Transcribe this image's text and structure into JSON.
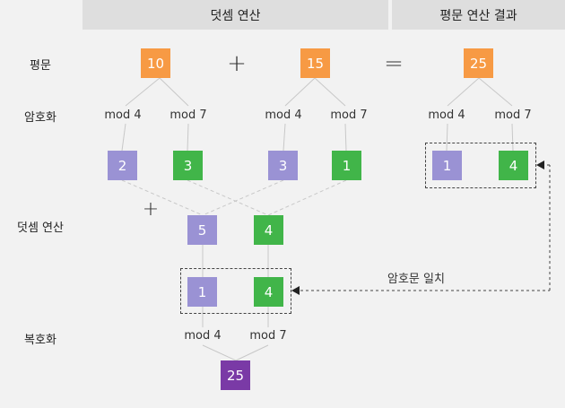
{
  "headers": {
    "add_op": "덧셈 연산",
    "plain_result": "평문 연산 결과"
  },
  "row_labels": {
    "plaintext": "평문",
    "encrypt": "암호화",
    "add_op": "덧셈 연산",
    "decrypt": "복호화"
  },
  "operators": {
    "plus": "+",
    "equals": "="
  },
  "plaintext": {
    "a": "10",
    "b": "15",
    "result": "25"
  },
  "moduli": {
    "m1": "mod 4",
    "m2": "mod 7"
  },
  "residues": {
    "a_mod4": "2",
    "a_mod7": "3",
    "b_mod4": "3",
    "b_mod7": "1",
    "result_mod4": "1",
    "result_mod7": "4"
  },
  "sums": {
    "mod4": "5",
    "mod7": "4"
  },
  "reduced": {
    "mod4": "1",
    "mod7": "4"
  },
  "decrypted": "25",
  "annotation": "암호문 일치",
  "colors": {
    "plaintext": "#f79a44",
    "mod4_residue": "#9a92d4",
    "mod7_residue": "#41b549",
    "decrypted": "#7a3aa6"
  }
}
